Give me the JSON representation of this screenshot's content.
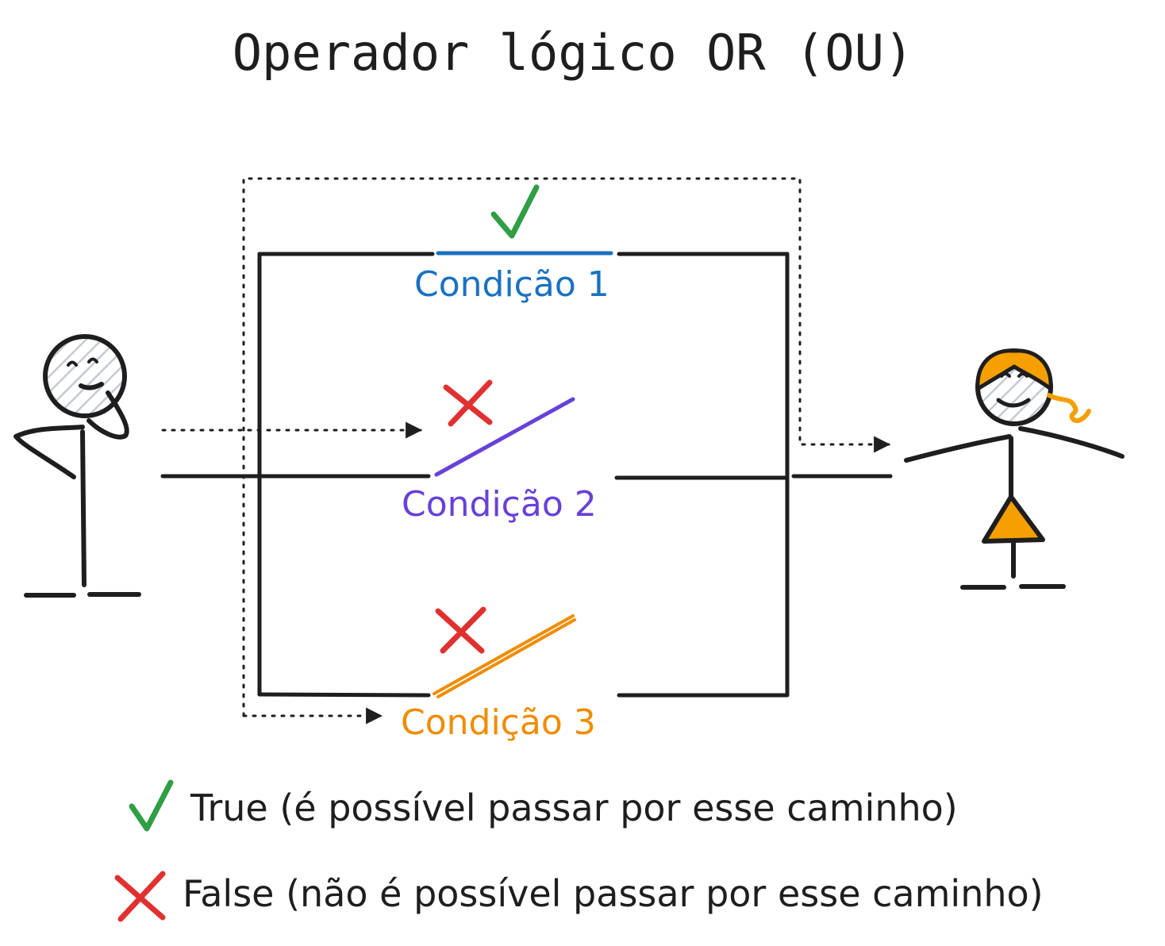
{
  "title": "Operador lógico OR (OU)",
  "conditions": [
    {
      "label": "Condição 1",
      "state": "true",
      "color": "#1971c2"
    },
    {
      "label": "Condição 2",
      "state": "false",
      "color": "#6741d9"
    },
    {
      "label": "Condição 3",
      "state": "false",
      "color": "#f08c00"
    }
  ],
  "legend": {
    "true_text": "True (é possível passar por esse caminho)",
    "false_text": "False (não é possível passar por esse caminho)"
  },
  "colors": {
    "ink": "#1e1e1e",
    "check": "#2f9e44",
    "cross": "#e03131",
    "girl_hair": "#f59f00",
    "hatch": "#c4cad4"
  },
  "icons": {
    "true": "checkmark-icon",
    "false": "cross-icon"
  }
}
